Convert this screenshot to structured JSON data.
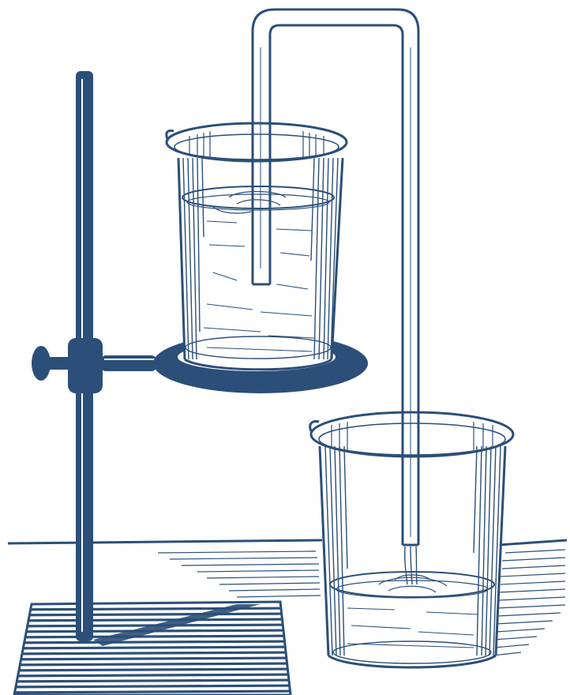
{
  "illustration": {
    "subject": "siphon-experiment",
    "style": "engraving-line-art",
    "colors": {
      "ink": "#2b4f78",
      "paper": "#ffffff"
    },
    "objects": [
      "ring-stand",
      "upper-beaker",
      "siphon-tube",
      "lower-beaker",
      "table-top"
    ]
  }
}
